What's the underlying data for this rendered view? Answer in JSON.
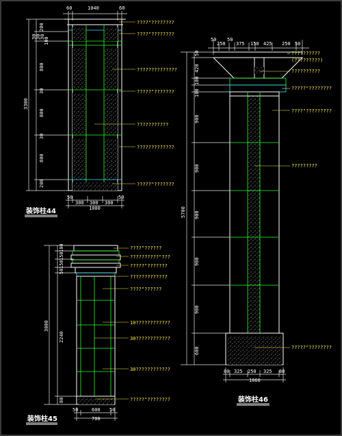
{
  "col44": {
    "title": "装饰柱44",
    "top_dims": [
      "60",
      "1040",
      "60"
    ],
    "left_dims": [
      "200",
      "30",
      "30",
      "30",
      "100",
      "800",
      "30",
      "800",
      "30",
      "800",
      "200"
    ],
    "total_height": "3300",
    "bottom_dims": [
      "50",
      "300",
      "300",
      "300",
      "50"
    ],
    "total_width": "1000",
    "callouts": [
      "????\"????????",
      "????\"????????",
      "??????????????",
      "?????\"???????",
      "???????????",
      "?????????????",
      "?????\"???????"
    ]
  },
  "col45": {
    "title": "装饰柱45",
    "left_dims": [
      "100",
      "150",
      "150",
      "50",
      "2240",
      "80"
    ],
    "total_height": "3000",
    "bottom_dims": [
      "50",
      "600",
      "50"
    ],
    "total_width": "700",
    "callouts": [
      "????\"??????",
      "??????????\"???",
      "?????\"???????",
      "?????????????",
      "????\"??????",
      "10????????????",
      "30????????????",
      "30????????????",
      "?????\"????????"
    ]
  },
  "col46": {
    "title": "装饰柱46",
    "top_dims": [
      "50",
      "250",
      "50",
      "375",
      "150",
      "425",
      "250",
      "50"
    ],
    "left_dims": [
      "50",
      "420",
      "100",
      "100",
      "900",
      "900",
      "900",
      "900",
      "900",
      "600"
    ],
    "total_height": "5700",
    "bottom_dims": [
      "80",
      "325",
      "250",
      "325",
      "80"
    ],
    "total_width": "1060",
    "callouts": [
      "??????????",
      "(?????????)",
      "??????????",
      "?????\"????????",
      "????\"?????????",
      "?????????",
      "?????\"????????"
    ]
  }
}
